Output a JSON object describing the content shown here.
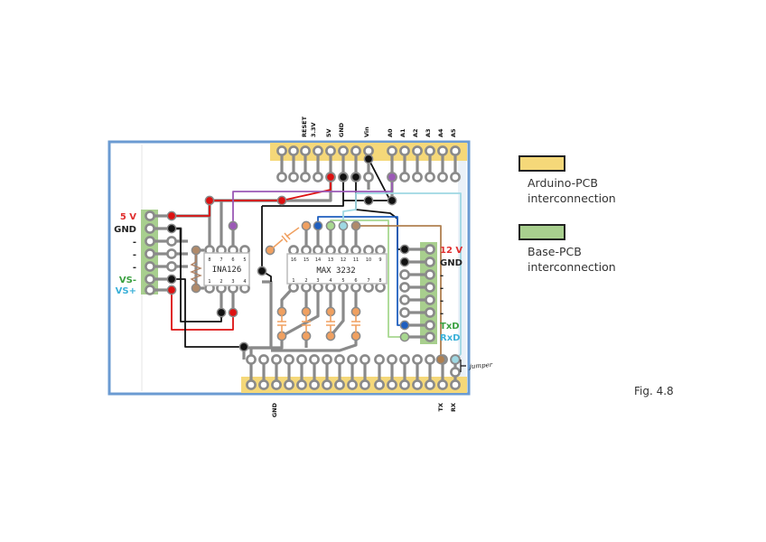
{
  "figure": {
    "caption": "Fig. 4.8",
    "type": "PCB layout diagram"
  },
  "header_top_labels": [
    "RESET",
    "3.3V",
    "5V",
    "GND",
    "Vin",
    "A0",
    "A1",
    "A2",
    "A3",
    "A4",
    "A5"
  ],
  "header_bottom_labels": {
    "gnd": "GND",
    "tx": "TX",
    "rx": "RX"
  },
  "left_connector": {
    "labels": [
      {
        "text": "5 V",
        "color": "#e03030"
      },
      {
        "text": "GND",
        "color": "#222222"
      },
      {
        "text": "-",
        "color": "#222222"
      },
      {
        "text": "-",
        "color": "#222222"
      },
      {
        "text": "-",
        "color": "#222222"
      },
      {
        "text": "VS-",
        "color": "#3aa040"
      },
      {
        "text": "VS+",
        "color": "#3ab0d8"
      }
    ]
  },
  "right_connector": {
    "labels": [
      {
        "text": "12 V",
        "color": "#e03030"
      },
      {
        "text": "GND",
        "color": "#222222"
      },
      {
        "text": "-",
        "color": "#222222"
      },
      {
        "text": "-",
        "color": "#222222"
      },
      {
        "text": "-",
        "color": "#222222"
      },
      {
        "text": "-",
        "color": "#222222"
      },
      {
        "text": "TxD",
        "color": "#3aa040"
      },
      {
        "text": "RxD",
        "color": "#3ab0d8"
      }
    ]
  },
  "chips": {
    "ina": {
      "name": "INA126",
      "top_pins": [
        "8",
        "7",
        "6",
        "5"
      ],
      "bottom_pins": [
        "1",
        "2",
        "3",
        "4"
      ]
    },
    "max": {
      "name": "MAX 3232",
      "top_pins": [
        "16",
        "15",
        "14",
        "13",
        "12",
        "11",
        "10",
        "9"
      ],
      "bottom_pins": [
        "1",
        "2",
        "3",
        "4",
        "5",
        "6",
        "7",
        "8"
      ]
    }
  },
  "jumper_label": "jumper",
  "legend": [
    {
      "label_line1": "Arduino-PCB",
      "label_line2": "interconnection",
      "color": "#f5d879"
    },
    {
      "label_line1": "Base-PCB",
      "label_line2": "interconnection",
      "color": "#a8cf8e"
    }
  ],
  "colors": {
    "board_border": "#6b9bd2",
    "trace": "#8a8a8a",
    "arduino_header": "#f5d879",
    "base_header": "#a8cf8e",
    "red_wire": "#dd1111",
    "black_wire": "#111111",
    "purple_wire": "#9b59b6",
    "blue_wire": "#1f5fbf",
    "lightblue_wire": "#9fd8e3",
    "green_wire": "#a8d890",
    "brown_wire": "#b08050",
    "orange_part": "#f0a060"
  }
}
